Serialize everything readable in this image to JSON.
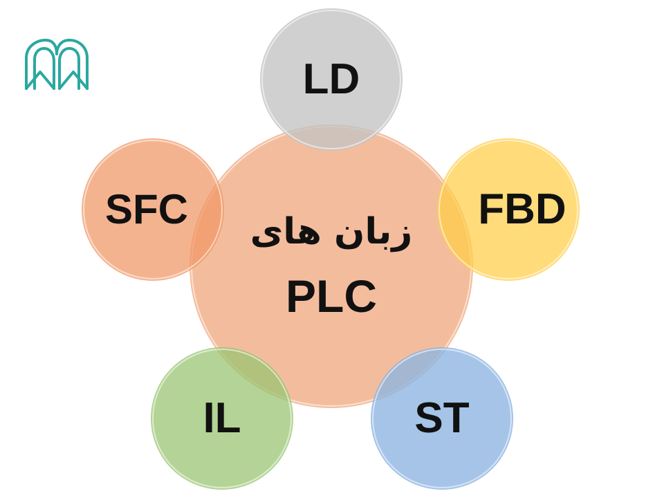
{
  "diagram": {
    "center": {
      "line1": "زبان های",
      "line2": "PLC"
    },
    "nodes": {
      "ld": {
        "label": "LD"
      },
      "fbd": {
        "label": "FBD"
      },
      "st": {
        "label": "ST"
      },
      "il": {
        "label": "IL"
      },
      "sfc": {
        "label": "SFC"
      }
    }
  },
  "colors": {
    "center": "#F2B28C",
    "ld": "#C8C8C8",
    "fbd": "#FFD660",
    "st": "#A9C8EA",
    "il": "#A9D08E",
    "sfc": "#F4A27A",
    "logo": "#2BA8A0"
  },
  "logo": {
    "icon": "teal-arch-logo-icon"
  }
}
